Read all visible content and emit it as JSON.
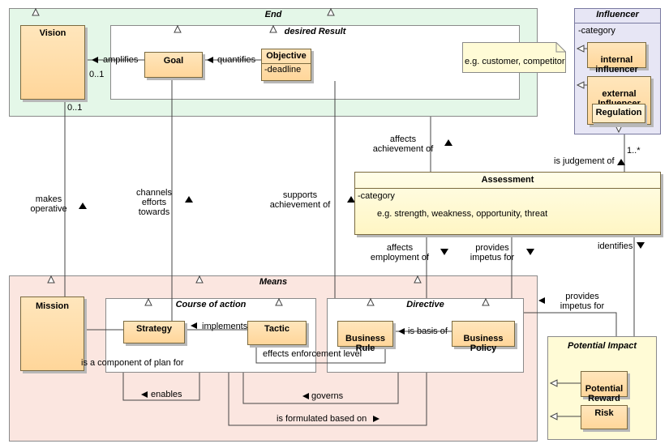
{
  "packages": {
    "end": "End",
    "desired_result": "desired Result",
    "influencer": "Influencer",
    "influencer_attr": "-category",
    "means": "Means",
    "course_of_action": "Course of action",
    "directive": "Directive",
    "potential_impact": "Potential Impact"
  },
  "classes": {
    "vision": "Vision",
    "goal": "Goal",
    "objective": "Objective",
    "objective_attr": "-deadline",
    "internal_influencer": "internal\ninfluencer",
    "external_influencer": "external\nInfluencer",
    "regulation": "Regulation",
    "assessment": "Assessment",
    "assessment_attr": "-category",
    "mission": "Mission",
    "strategy": "Strategy",
    "tactic": "Tactic",
    "business_rule": "Business\nRule",
    "business_policy": "Business\nPolicy",
    "potential_reward": "Potential\nReward",
    "risk": "Risk"
  },
  "notes": {
    "influencer_note": "e.g. customer, competitor",
    "assessment_note": "e.g. strength, weakness, opportunity, threat"
  },
  "associations": {
    "amplifies": "amplifies",
    "quantifies": "quantifies",
    "affects_achievement_of": "affects\nachievement of",
    "is_judgement_of": "is judgement of",
    "makes_operative": "makes\noperative",
    "channels_efforts_towards": "channels\nefforts\ntowards",
    "supports_achievement_of": "supports\nachievement of",
    "affects_employment_of": "affects\nemployment of",
    "provides_impetus_for_assessment": "provides\nimpetus for",
    "identifies": "identifies",
    "provides_impetus_for_impact": "provides\nimpetus for",
    "implements": "implements",
    "is_basis_of": "is basis of",
    "effects_enforcement_level": "effects enforcement level",
    "is_component_of_plan_for": "is a component of plan for",
    "enables": "enables",
    "governs": "governs",
    "is_formulated_based_on": "is formulated based on"
  },
  "multiplicities": {
    "vision_goal": "0..1",
    "vision_mission": "0..1",
    "influencer_assessment": "1..*"
  },
  "colors": {
    "end_bg": "#e4f7e8",
    "means_bg": "#fbe6e0",
    "influencer_bg": "#e7e6f5",
    "class_bg": "#ffd9a0",
    "assessment_bg": "#fffbd6"
  }
}
